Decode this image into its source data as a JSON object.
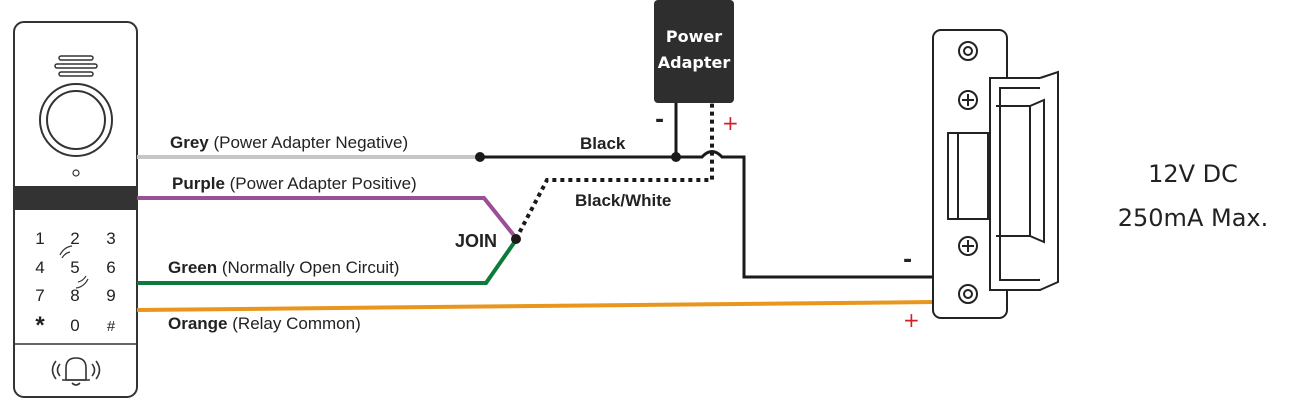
{
  "keypad": {
    "keys": [
      "1",
      "2",
      "3",
      "4",
      "5",
      "6",
      "7",
      "8",
      "9",
      "*",
      "0",
      "#"
    ]
  },
  "power_adapter": {
    "line1": "Power",
    "line2": "Adapter",
    "negative_sign": "-",
    "positive_sign": "+"
  },
  "wires": {
    "grey": {
      "name": "Grey",
      "desc": " (Power Adapter Negative)",
      "color": "#c6c6c6"
    },
    "purple": {
      "name": "Purple",
      "desc": " (Power Adapter Positive)",
      "color": "#9b4f96"
    },
    "green": {
      "name": "Green",
      "desc": " (Normally Open Circuit)",
      "color": "#0b7a3a"
    },
    "orange": {
      "name": "Orange",
      "desc": " (Relay Common)",
      "color": "#e8961e"
    },
    "black_label": "Black",
    "black_white_label": "Black/White",
    "join_label": "JOIN"
  },
  "strike": {
    "negative_sign": "-",
    "positive_sign": "+"
  },
  "spec": {
    "voltage": "12V DC",
    "current": "250mA Max."
  }
}
